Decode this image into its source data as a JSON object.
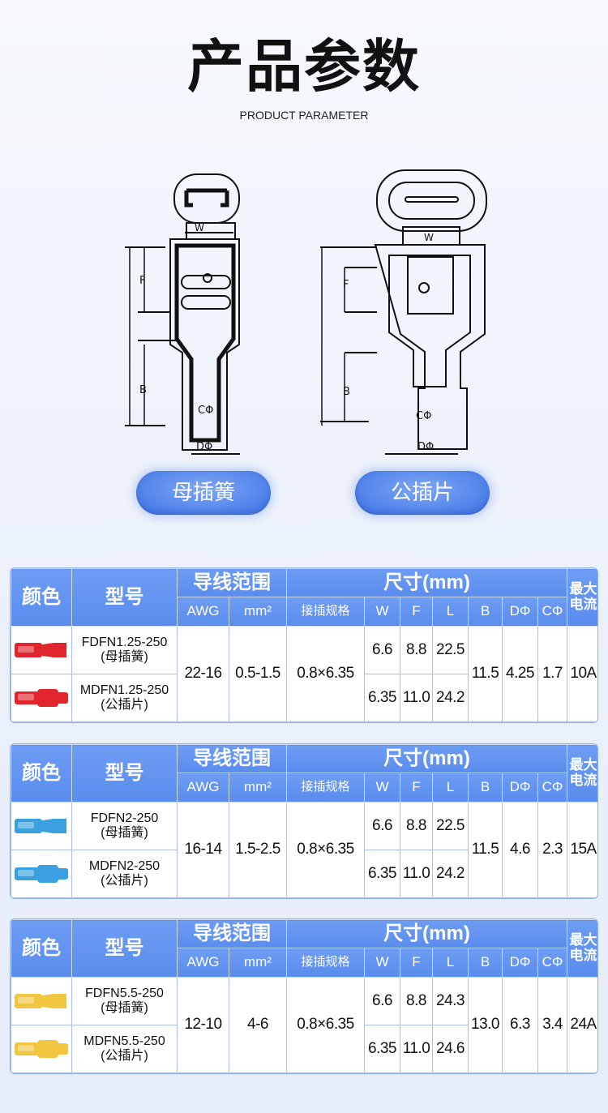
{
  "header": {
    "title": "产品参数",
    "subtitle": "PRODUCT PARAMETER"
  },
  "diagrams": {
    "female": {
      "label": "母插簧",
      "dims": {
        "w": "W",
        "f": "F",
        "b": "B",
        "c": "CΦ",
        "d": "DΦ"
      }
    },
    "male": {
      "label": "公插片",
      "dims": {
        "w": "W",
        "f": "F",
        "b": "B",
        "c": "CΦ",
        "d": "DΦ"
      }
    }
  },
  "table_headers": {
    "color": "颜色",
    "model": "型号",
    "wire_range": "导线范围",
    "size": "尺寸(mm)",
    "awg": "AWG",
    "mm2": "mm²",
    "plug_spec": "接插规格",
    "w": "W",
    "f": "F",
    "l": "L",
    "b": "B",
    "d": "DΦ",
    "c": "CΦ",
    "max_current": "最大电流"
  },
  "tables": [
    {
      "color_hex": "#e0252c",
      "rows": [
        {
          "model": "FDFN1.25-250",
          "type": "(母插簧)",
          "w": "6.6",
          "f": "8.8",
          "l": "22.5"
        },
        {
          "model": "MDFN1.25-250",
          "type": "(公插片)",
          "w": "6.35",
          "f": "11.0",
          "l": "24.2"
        }
      ],
      "awg": "22-16",
      "mm2": "0.5-1.5",
      "plug_spec": "0.8×6.35",
      "b": "11.5",
      "d": "4.25",
      "c": "1.7",
      "current": "10A"
    },
    {
      "color_hex": "#3aa0e0",
      "rows": [
        {
          "model": "FDFN2-250",
          "type": "(母插簧)",
          "w": "6.6",
          "f": "8.8",
          "l": "22.5"
        },
        {
          "model": "MDFN2-250",
          "type": "(公插片)",
          "w": "6.35",
          "f": "11.0",
          "l": "24.2"
        }
      ],
      "awg": "16-14",
      "mm2": "1.5-2.5",
      "plug_spec": "0.8×6.35",
      "b": "11.5",
      "d": "4.6",
      "c": "2.3",
      "current": "15A"
    },
    {
      "color_hex": "#f0c640",
      "rows": [
        {
          "model": "FDFN5.5-250",
          "type": "(母插簧)",
          "w": "6.6",
          "f": "8.8",
          "l": "24.3"
        },
        {
          "model": "MDFN5.5-250",
          "type": "(公插片)",
          "w": "6.35",
          "f": "11.0",
          "l": "24.6"
        }
      ],
      "awg": "12-10",
      "mm2": "4-6",
      "plug_spec": "0.8×6.35",
      "b": "13.0",
      "d": "6.3",
      "c": "3.4",
      "current": "24A"
    }
  ]
}
